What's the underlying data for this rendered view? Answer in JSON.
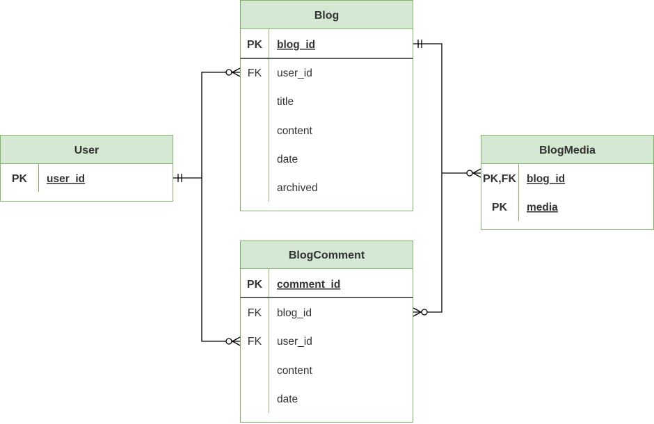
{
  "entities": {
    "blog": {
      "title": "Blog",
      "rows": [
        {
          "key": "PK",
          "field": "blog_id",
          "pk": true
        },
        {
          "key": "FK",
          "field": "user_id",
          "pk": false
        },
        {
          "key": "",
          "field": "title",
          "pk": false
        },
        {
          "key": "",
          "field": "content",
          "pk": false
        },
        {
          "key": "",
          "field": "date",
          "pk": false
        },
        {
          "key": "",
          "field": "archived",
          "pk": false
        }
      ]
    },
    "user": {
      "title": "User",
      "rows": [
        {
          "key": "PK",
          "field": "user_id",
          "pk": true
        }
      ]
    },
    "blogmedia": {
      "title": "BlogMedia",
      "rows": [
        {
          "key": "PK,FK",
          "field": "blog_id",
          "pk": true
        },
        {
          "key": "PK",
          "field": "media",
          "pk": true
        }
      ]
    },
    "blogcomment": {
      "title": "BlogComment",
      "rows": [
        {
          "key": "PK",
          "field": "comment_id",
          "pk": true
        },
        {
          "key": "FK",
          "field": "blog_id",
          "pk": false
        },
        {
          "key": "FK",
          "field": "user_id",
          "pk": false
        },
        {
          "key": "",
          "field": "content",
          "pk": false
        },
        {
          "key": "",
          "field": "date",
          "pk": false
        }
      ]
    }
  },
  "relationships": [
    {
      "from": "user.user_id",
      "from_cardinality": "one-and-only-one",
      "to": "blog.user_id",
      "to_cardinality": "zero-or-many"
    },
    {
      "from": "user.user_id",
      "from_cardinality": "one-and-only-one",
      "to": "blogcomment.user_id",
      "to_cardinality": "zero-or-many"
    },
    {
      "from": "blog.blog_id",
      "from_cardinality": "one-and-only-one",
      "to": "blogmedia.blog_id",
      "to_cardinality": "zero-or-many"
    },
    {
      "from": "blog.blog_id",
      "from_cardinality": "one-and-only-one",
      "to": "blogcomment.blog_id",
      "to_cardinality": "zero-or-many"
    }
  ],
  "colors": {
    "header_fill": "#d5e8d4",
    "border": "#82b366",
    "text": "#333333",
    "connector": "#000000"
  }
}
